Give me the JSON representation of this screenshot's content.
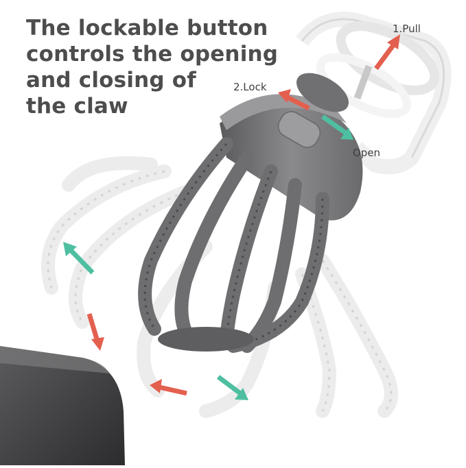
{
  "headline": {
    "line1": "The lockable button",
    "line2": "controls the opening",
    "line3": "and closing of",
    "line4": "the claw"
  },
  "callouts": {
    "pull": "1.Pull",
    "lock": "2.Lock",
    "open": "Open"
  },
  "colors": {
    "lock_arrow": "#e3604f",
    "open_arrow": "#4fbfa1",
    "headline_text": "#4d4d4d",
    "claw_gray": "#6b6b6d",
    "handle_white": "#f2f2f2"
  },
  "icons": [
    "lock-arrow-icon",
    "open-arrow-icon",
    "pull-arrow-icon"
  ]
}
